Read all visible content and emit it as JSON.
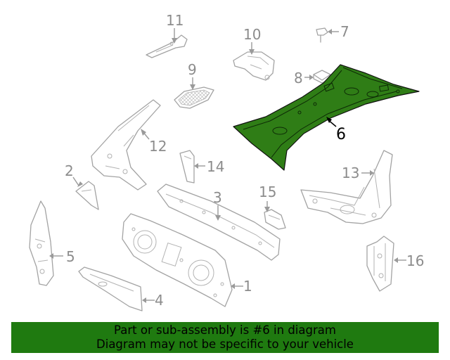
{
  "callouts": {
    "c1": "1",
    "c2": "2",
    "c3": "3",
    "c4": "4",
    "c5": "5",
    "c6": "6",
    "c7": "7",
    "c8": "8",
    "c9": "9",
    "c10": "10",
    "c11": "11",
    "c12": "12",
    "c13": "13",
    "c14": "14",
    "c16": "16",
    "c15": "15"
  },
  "highlight": {
    "part_number": "6",
    "fill_color": "#2f7d16"
  },
  "caption": {
    "line1": "Part or sub-assembly is #6 in diagram",
    "line2": "Diagram may not be specific to your vehicle",
    "background_color": "#1f7a10"
  }
}
